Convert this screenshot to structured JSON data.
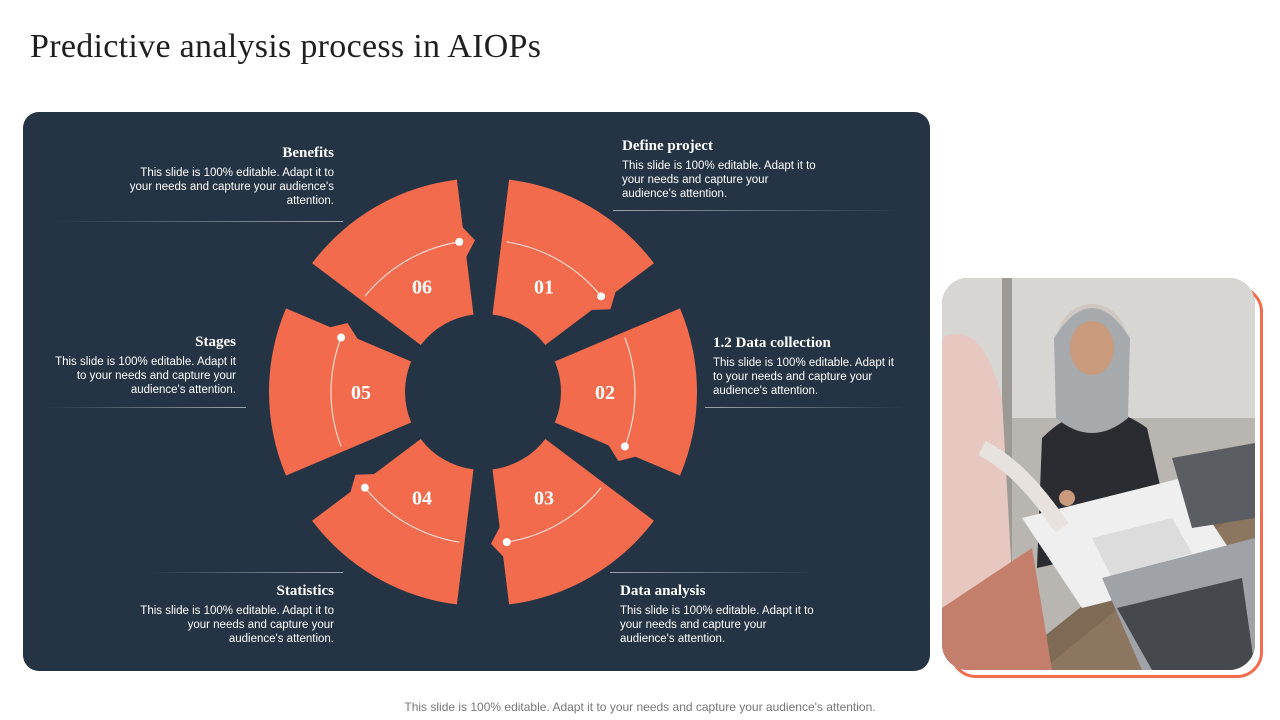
{
  "title": "Predictive analysis process in AIOPs",
  "colors": {
    "panel": "#243444",
    "segment": "#f26b4c",
    "text": "#ffffff"
  },
  "steps": [
    {
      "number": "01",
      "heading": "Define project",
      "desc": "This slide is 100% editable. Adapt it to your needs and capture your audience's attention."
    },
    {
      "number": "02",
      "heading": "1.2 Data collection",
      "desc": "This slide is 100% editable. Adapt it to your needs and capture your audience's attention."
    },
    {
      "number": "03",
      "heading": "Data analysis",
      "desc": "This slide is 100% editable. Adapt it to your needs and capture your audience's attention."
    },
    {
      "number": "04",
      "heading": "Statistics",
      "desc": "This slide is 100% editable. Adapt it to your needs and capture your audience's attention."
    },
    {
      "number": "05",
      "heading": "Stages",
      "desc": "This slide is 100% editable. Adapt it to your needs and capture your audience's attention."
    },
    {
      "number": "06",
      "heading": "Benefits",
      "desc": "This slide is 100% editable. Adapt it to your needs and capture your audience's attention."
    }
  ],
  "footer": "This slide is 100% editable. Adapt it to your needs and capture your audience's attention."
}
